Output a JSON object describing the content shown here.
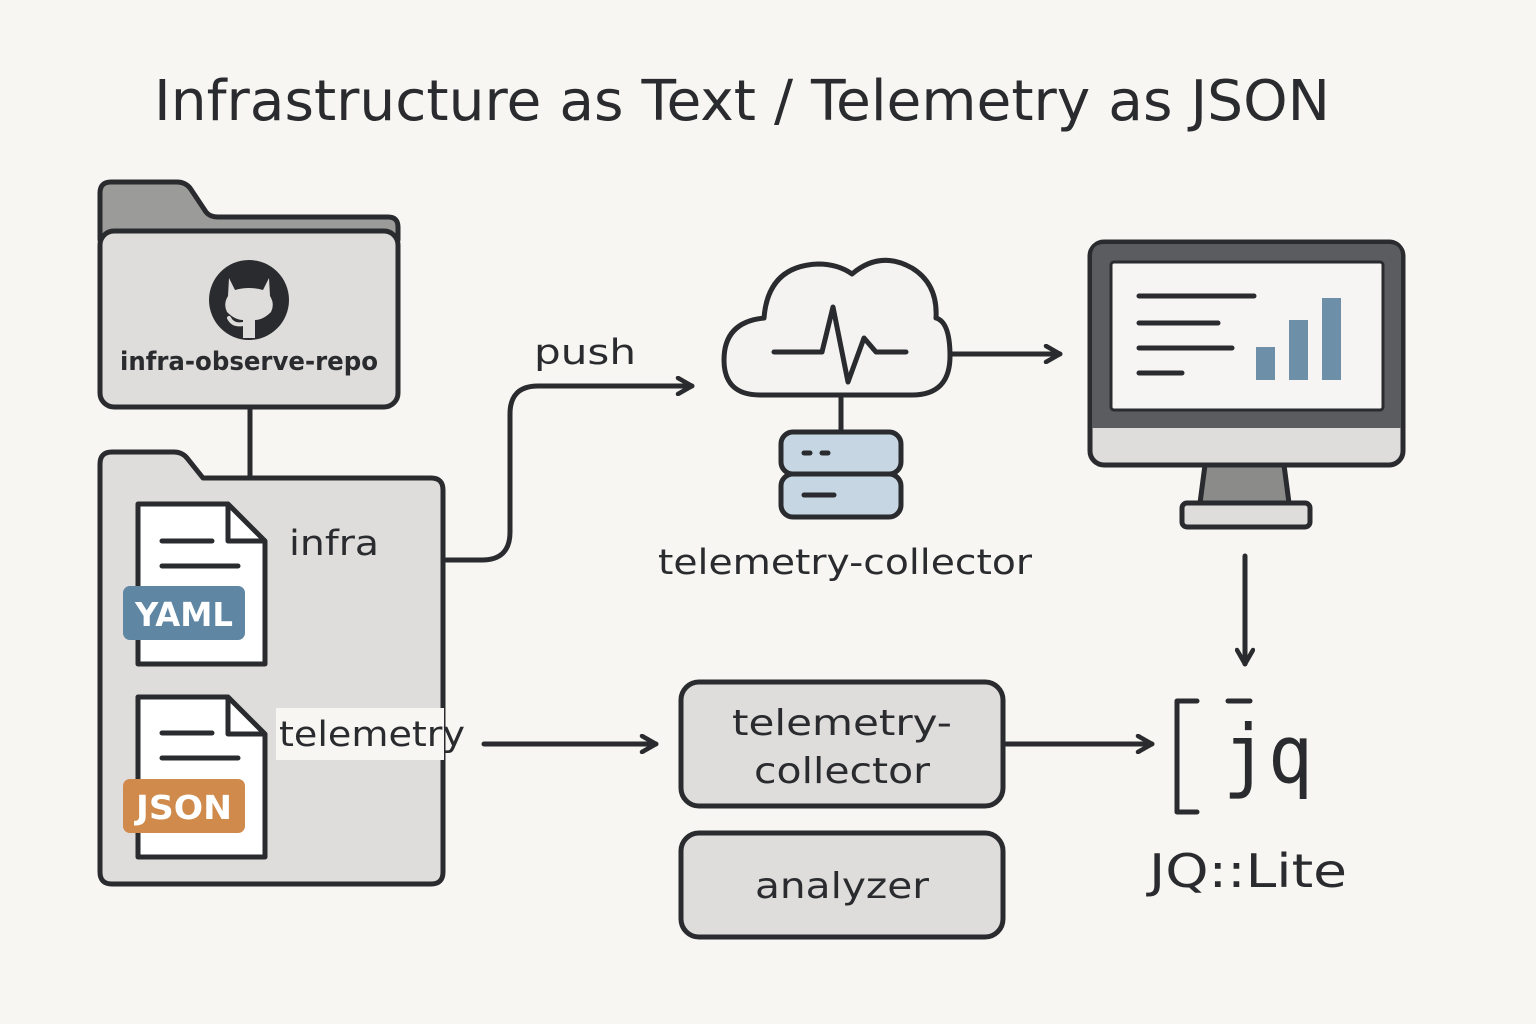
{
  "title": "Infrastructure as Text / Telemetry as JSON",
  "repo": {
    "name": "infra-observe-repo",
    "icon": "github-icon"
  },
  "files": [
    {
      "label": "infra",
      "badge": "YAML",
      "badge_color": "#5f86a3",
      "icon": "document-icon"
    },
    {
      "label": "telemetry",
      "badge": "JSON",
      "badge_color": "#cf8a4c",
      "icon": "document-icon"
    }
  ],
  "edges": {
    "push_label": "push"
  },
  "collector": {
    "label": "telemetry-collector",
    "cloud_icon": "cloud-pulse-icon",
    "server_icon": "server-icon"
  },
  "monitor": {
    "icon": "monitor-dashboard-icon"
  },
  "boxes": {
    "collector_line1": "telemetry-",
    "collector_line2": "collector",
    "analyzer": "analyzer"
  },
  "jq": {
    "glyph": "jq",
    "label": "JQ::Lite"
  },
  "colors": {
    "ink": "#2a2b2e",
    "panel": "#dedddb",
    "accent_blue": "#6e8fa8",
    "light_blue": "#c6d6e2",
    "background": "#f8f6f2"
  }
}
